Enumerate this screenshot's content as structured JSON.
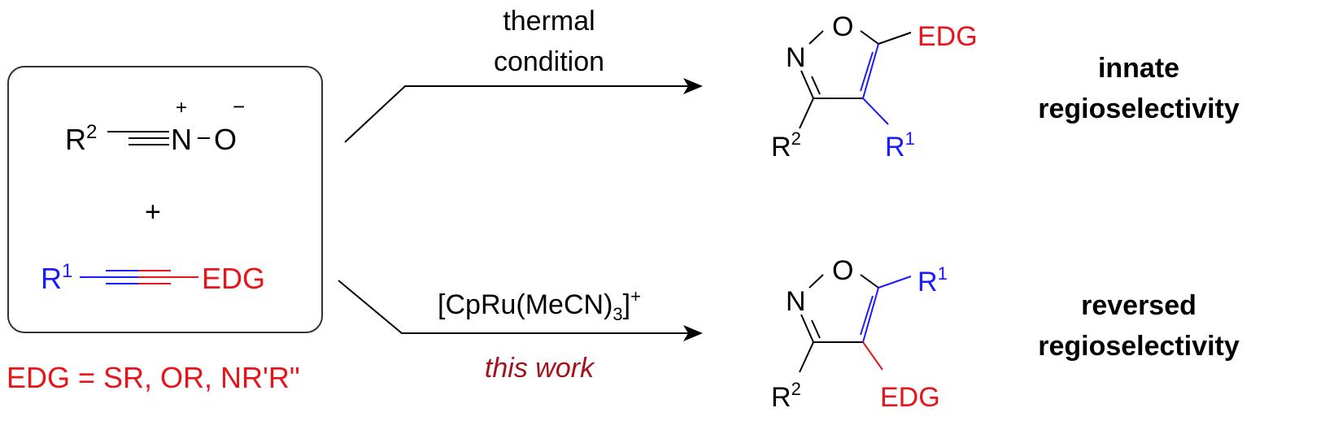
{
  "colors": {
    "black": "#000000",
    "red": "#e8141c",
    "blue": "#1a1aff",
    "dark_red": "#a0141c"
  },
  "reactants": {
    "nitrile_oxide": {
      "r_label": "R",
      "r_sup": "2",
      "n_label": "N",
      "n_charge": "+",
      "o_label": "O",
      "o_charge": "−"
    },
    "plus": "+",
    "alkyne": {
      "r_label": "R",
      "r_sup": "1",
      "edg_label": "EDG"
    },
    "definition": "EDG = SR, OR, NR'R\""
  },
  "top_reaction": {
    "condition_line1": "thermal",
    "condition_line2": "condition",
    "product": {
      "o": "O",
      "n": "N",
      "c5_sub": "EDG",
      "c4_sub_main": "R",
      "c4_sub_sup": "1",
      "c3_sub_main": "R",
      "c3_sub_sup": "2"
    },
    "outcome_line1": "innate",
    "outcome_line2": "regioselectivity"
  },
  "bottom_reaction": {
    "catalyst_main": "[CpRu(MeCN)",
    "catalyst_sub": "3",
    "catalyst_close": "]",
    "catalyst_sup": "+",
    "note": "this work",
    "product": {
      "o": "O",
      "n": "N",
      "c5_sub_main": "R",
      "c5_sub_sup": "1",
      "c4_sub": "EDG",
      "c3_sub_main": "R",
      "c3_sub_sup": "2"
    },
    "outcome_line1": "reversed",
    "outcome_line2": "regioselectivity"
  }
}
